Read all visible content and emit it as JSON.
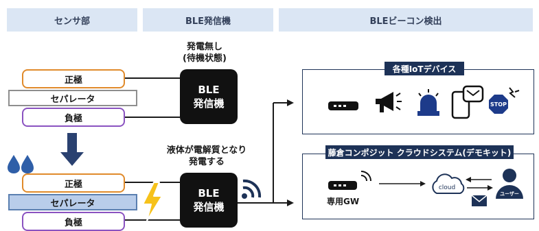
{
  "headers": {
    "sensor": "センサ部",
    "ble": "BLE発信機",
    "beacon": "BLEビーコン検出"
  },
  "top": {
    "caption": [
      "発電無し",
      "(待機状態)"
    ],
    "positive": "正極",
    "separator": "セパレータ",
    "negative": "負極",
    "ble_box": [
      "BLE",
      "発信機"
    ]
  },
  "bottom": {
    "caption": [
      "液体が電解質となり",
      "発電する"
    ],
    "positive": "正極",
    "separator": "セパレータ",
    "negative": "負極",
    "ble_box": [
      "BLE",
      "発信機"
    ]
  },
  "panels": {
    "iot_title": "各種IoTデバイス",
    "cloud_title": "藤倉コンポジット クラウドシステム(デモキット)",
    "gw_label": "専用GW",
    "cloud_label": "cloud",
    "user_label": "ユーザー",
    "stop_label": "STOP"
  },
  "icons": [
    "router-icon",
    "megaphone-icon",
    "siren-icon",
    "smartphone-mail-icon",
    "stop-sign-icon",
    "water-drops-icon",
    "lightning-icon",
    "wifi-signal-icon",
    "cloud-icon",
    "user-icon",
    "mail-icon"
  ],
  "colors": {
    "header_bg": "#dbe6f4",
    "positive": "#e08a2a",
    "negative": "#8a52c0",
    "separator_active": "#b9cdea",
    "navy": "#1d3257",
    "bolt": "#f6c21b"
  }
}
